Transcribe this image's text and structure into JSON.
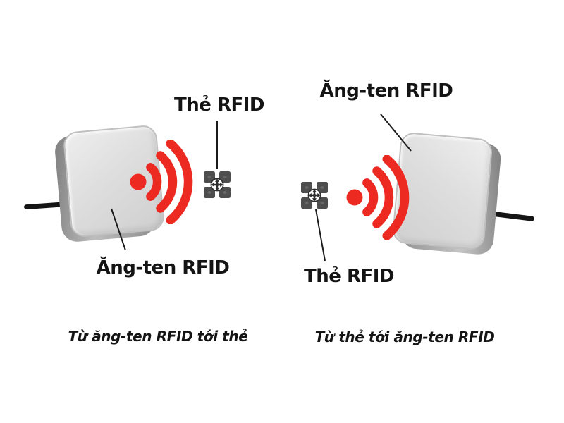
{
  "diagram_title": "RFID antenna and tag communication",
  "colors": {
    "signal_red": "#ec2a21",
    "text_dark": "#141414",
    "cable_black": "#151515",
    "tag_dark": "#4e4e4e",
    "box_edge": "#9a9a9a"
  },
  "icons": {
    "signal": "wireless-signal-icon",
    "tag": "rfid-tag-chip-icon",
    "antenna": "antenna-box",
    "cable": "antenna-cable"
  },
  "left_panel": {
    "tag_label": "Thẻ RFID",
    "antenna_label": "Ăng-ten RFID",
    "caption": "Từ ăng-ten RFID tới thẻ",
    "signal_direction": "antenna-to-tag"
  },
  "right_panel": {
    "antenna_label": "Ăng-ten RFID",
    "tag_label": "Thẻ RFID",
    "caption": "Từ thẻ tới ăng-ten RFID",
    "signal_direction": "tag-to-antenna"
  }
}
